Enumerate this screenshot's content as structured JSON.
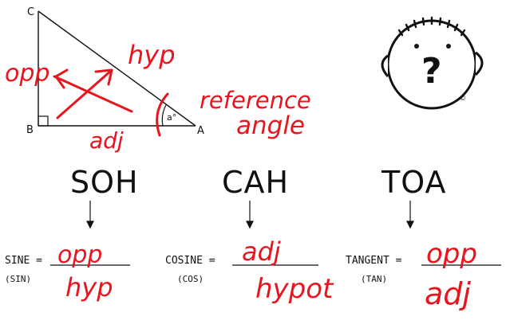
{
  "triangle": {
    "vertex_c": "C",
    "vertex_b": "B",
    "vertex_a": "A",
    "angle_label": "a°"
  },
  "annotations": {
    "opp": "opp",
    "hyp": "hyp",
    "adj": "adj",
    "reference_line1": "reference",
    "reference_line2": "angle"
  },
  "mnemonics": {
    "soh": "SOH",
    "cah": "CAH",
    "toa": "TOA"
  },
  "ratios": {
    "sine": {
      "label": "SINE =",
      "abbr": "(SIN)",
      "numerator": "opp",
      "denominator": "hyp"
    },
    "cosine": {
      "label": "COSINE =",
      "abbr": "(COS)",
      "numerator": "adj",
      "denominator": "hypot"
    },
    "tangent": {
      "label": "TANGENT =",
      "abbr": "(TAN)",
      "numerator": "opp",
      "denominator": "adj"
    }
  },
  "face": {
    "symbol": "?",
    "copyright": "©"
  },
  "colors": {
    "ink": "#111111",
    "annotation": "#e8141e"
  }
}
